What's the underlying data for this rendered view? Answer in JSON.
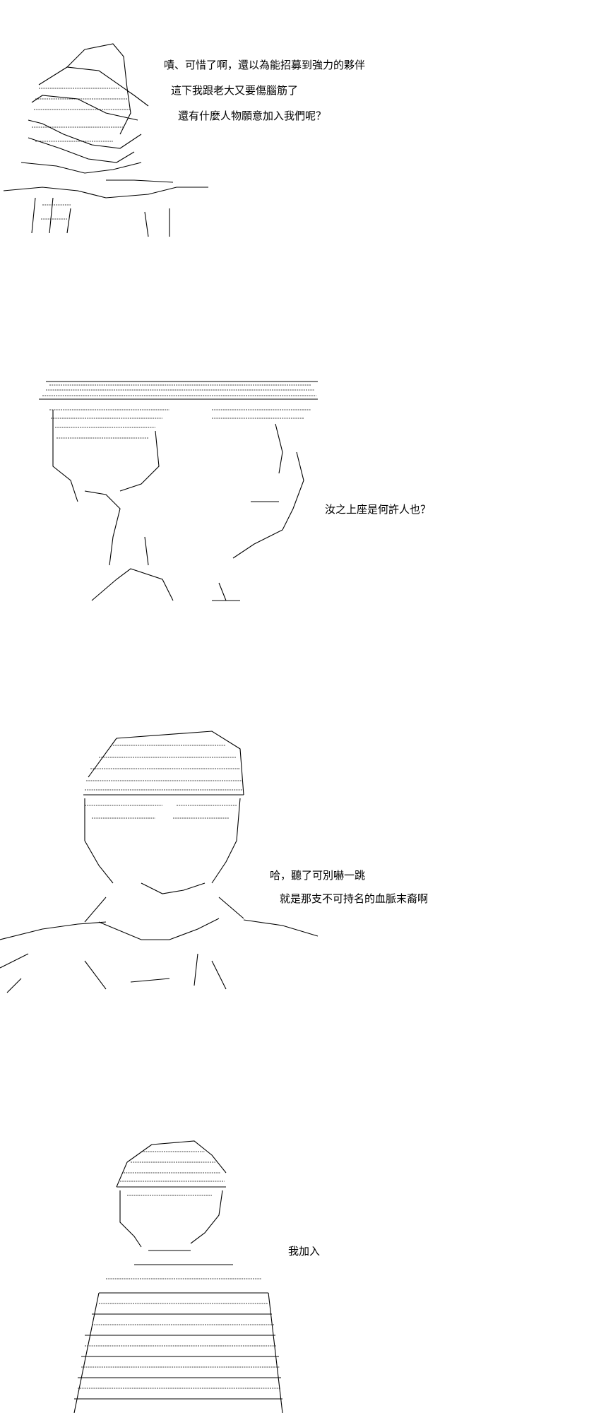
{
  "panels": [
    {
      "lines": [
        "嘖、可惜了啊，還以為能招募到強力的夥伴",
        "這下我跟老大又要傷腦筋了",
        "還有什麼人物願意加入我們呢？"
      ]
    },
    {
      "lines": [
        "汝之上座是何許人也？"
      ]
    },
    {
      "lines": [
        "哈，聽了可別嚇一跳",
        "就是那支不可持名的血脈末裔啊"
      ]
    },
    {
      "lines": [
        "我加入"
      ]
    }
  ]
}
